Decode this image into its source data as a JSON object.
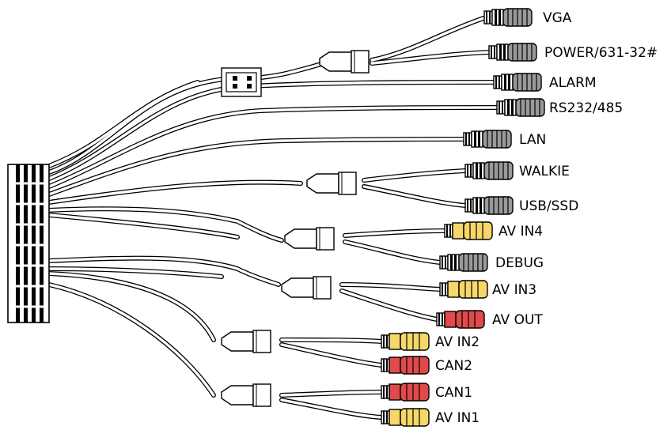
{
  "connector_labels": {
    "vga": "VGA",
    "power": "POWER/631-32#",
    "alarm": "ALARM",
    "rs232": "RS232/485",
    "lan": "LAN",
    "walkie": "WALKIE",
    "usb": "USB/SSD",
    "av_in4": "AV IN4",
    "debug": "DEBUG",
    "av_in3": "AV IN3",
    "av_out": "AV OUT",
    "av_in2": "AV IN2",
    "can2": "CAN2",
    "can1": "CAN1",
    "av_in1": "AV IN1"
  },
  "colors": {
    "gray_connector": "#9a9a9a",
    "yellow_connector": "#f6d76a",
    "red_connector": "#e04a4a",
    "cable": "#ffffff",
    "outline": "#000000"
  }
}
